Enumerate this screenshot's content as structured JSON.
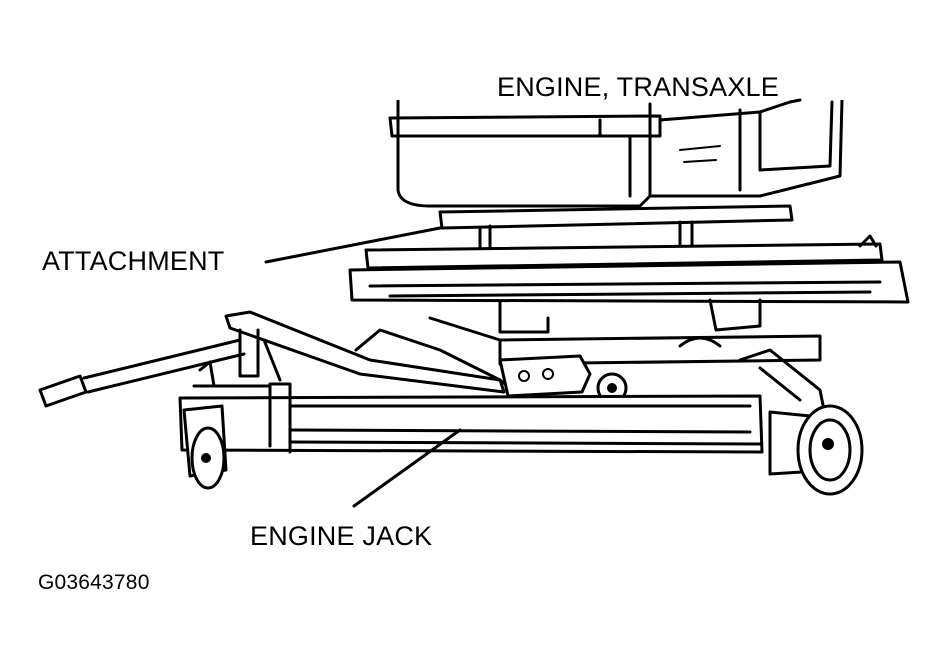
{
  "labels": {
    "engine_transaxle": "ENGINE, TRANSAXLE",
    "attachment": "ATTACHMENT",
    "engine_jack": "ENGINE JACK",
    "figure_code": "G03643780"
  }
}
